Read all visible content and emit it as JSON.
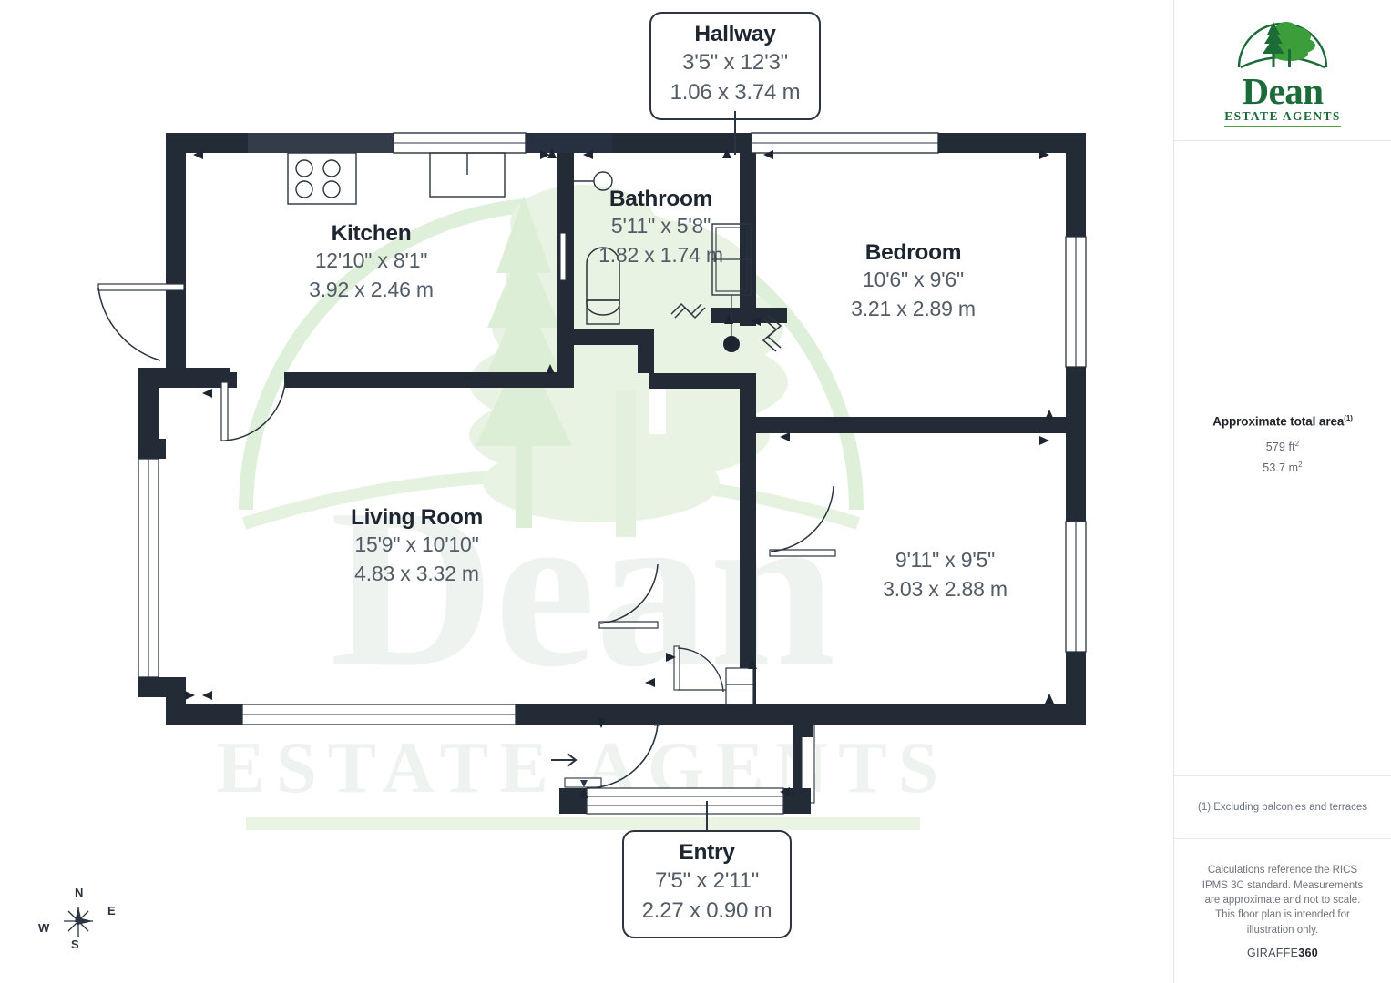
{
  "sidebar": {
    "logo": {
      "name": "Dean",
      "subtitle": "ESTATE AGENTS",
      "icon": "tree-logo-icon",
      "color": "#1d6b38"
    },
    "area": {
      "title": "Approximate total area",
      "title_superscript": "(1)",
      "imperial": "579 ft",
      "imperial_unit_sup": "2",
      "metric": "53.7 m",
      "metric_unit_sup": "2"
    },
    "footnote": "(1) Excluding balconies and terraces",
    "disclaimer": "Calculations reference the RICS IPMS 3C standard. Measurements are approximate and not to scale. This floor plan is intended for illustration only.",
    "brand_prefix": "GIRAFFE",
    "brand_suffix": "360"
  },
  "plan": {
    "watermark_word": "Dean",
    "watermark_sub": "ESTATE AGENTS",
    "wall_color": "#222b36",
    "wall_color_light": "#333c48",
    "label_color": "#1d2530",
    "dim_color": "#535c66"
  },
  "rooms": [
    {
      "name": "Hallway",
      "imperial": "3'5\" x 12'3\"",
      "metric": "1.06 x 3.74 m",
      "style": "callout"
    },
    {
      "name": "Kitchen",
      "imperial": "12'10\" x 8'1\"",
      "metric": "3.92 x 2.46 m",
      "style": "inline"
    },
    {
      "name": "Bathroom",
      "imperial": "5'11\" x 5'8\"",
      "metric": "1.82 x 1.74 m",
      "style": "inline"
    },
    {
      "name": "Bedroom",
      "imperial": "10'6\" x 9'6\"",
      "metric": "3.21 x 2.89 m",
      "style": "inline"
    },
    {
      "name": "Living Room",
      "imperial": "15'9\" x 10'10\"",
      "metric": "4.83 x 3.32 m",
      "style": "inline"
    },
    {
      "name": "",
      "imperial": "9'11\" x 9'5\"",
      "metric": "3.03 x 2.88 m",
      "style": "inline"
    },
    {
      "name": "Entry",
      "imperial": "7'5\" x 2'11\"",
      "metric": "2.27 x 0.90 m",
      "style": "callout"
    }
  ],
  "compass": {
    "north": "N",
    "east": "E",
    "south": "S",
    "west": "W"
  }
}
